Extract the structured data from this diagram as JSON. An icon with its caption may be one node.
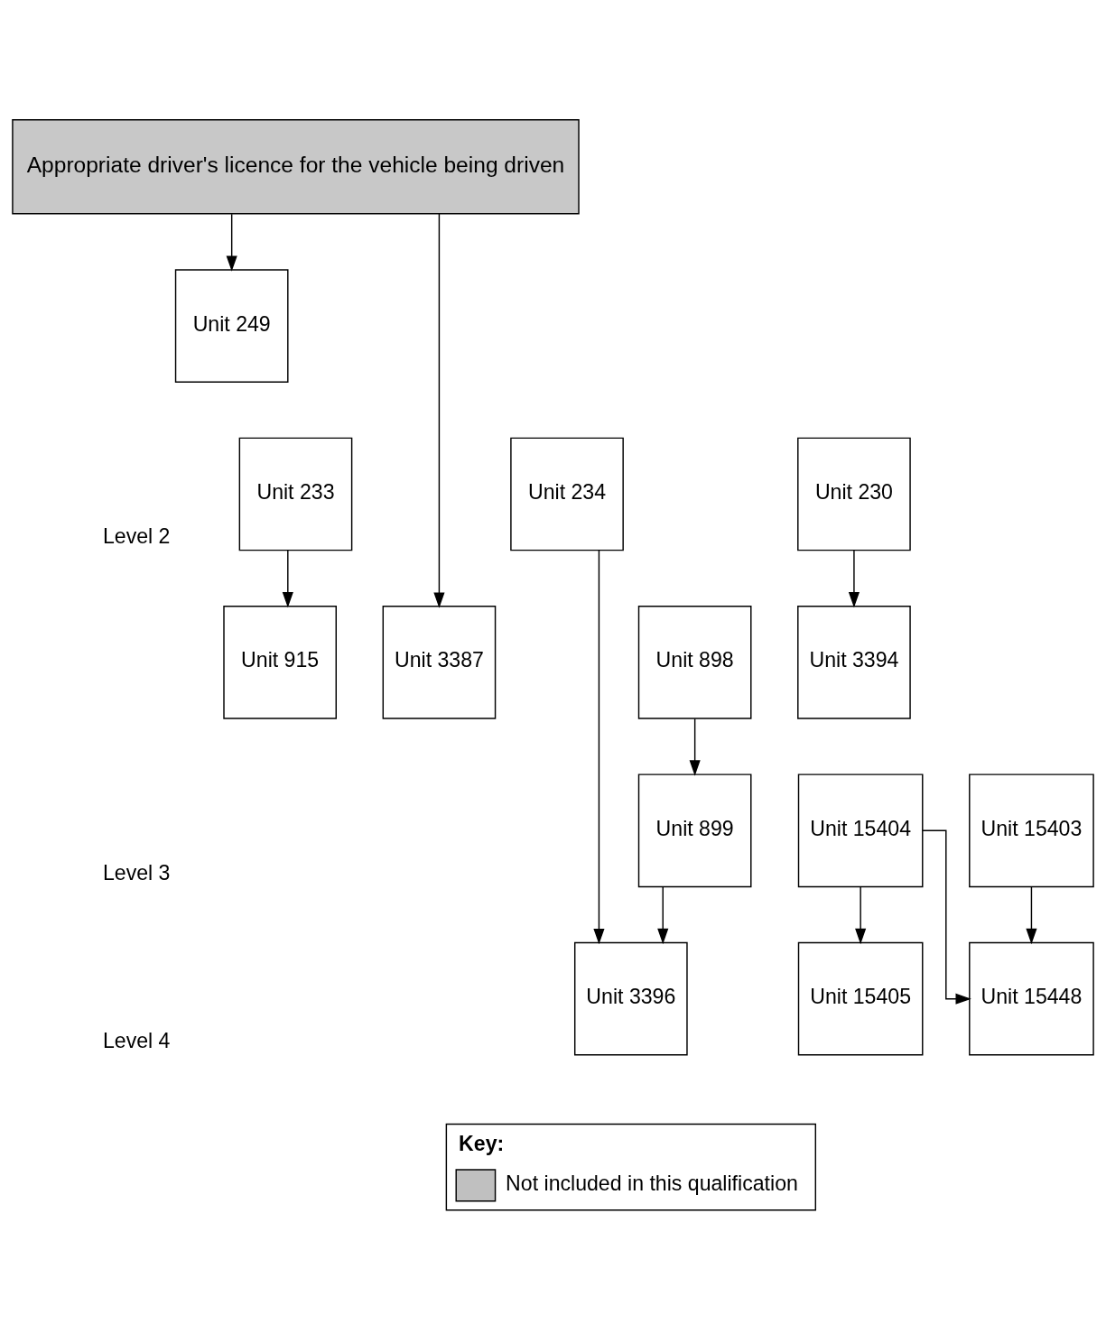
{
  "diagram": {
    "nodes": [
      {
        "text": [
          "Appropriate driver's licence for the vehicle being driven"
        ]
      },
      {
        "text": [
          "Unit 249"
        ]
      },
      {
        "text": [
          "Unit 233"
        ]
      },
      {
        "text": [
          "Unit 234"
        ]
      },
      {
        "text": [
          "Unit 230"
        ]
      },
      {
        "text": [
          "Unit 915"
        ]
      },
      {
        "text": [
          "Unit 898"
        ]
      },
      {
        "text": [
          "Unit 3387"
        ]
      },
      {
        "text": [
          "Unit 3394"
        ]
      },
      {
        "text": [
          "Unit 899"
        ]
      },
      {
        "text": [
          "Unit 15404"
        ]
      },
      {
        "text": [
          "Unit 15403"
        ]
      },
      {
        "text": [
          "Unit 3396"
        ]
      },
      {
        "text": [
          "Unit 15405"
        ]
      },
      {
        "text": [
          "Unit 15448"
        ]
      }
    ],
    "edges": [
      {
        "from": 0,
        "to": 1,
        "arrow": "to"
      },
      {
        "from": 0,
        "to": 7,
        "arrow": "to"
      },
      {
        "from": 2,
        "to": 5,
        "arrow": "to"
      },
      {
        "from": 3,
        "to": 12,
        "arrow": "to"
      },
      {
        "from": 4,
        "to": 8,
        "arrow": "to"
      },
      {
        "from": 6,
        "to": 9,
        "arrow": "to"
      },
      {
        "from": 9,
        "to": 12,
        "arrow": "to"
      },
      {
        "from": 10,
        "to": 13,
        "arrow": "to"
      },
      {
        "from": 10,
        "to": 14,
        "arrow": "to"
      },
      {
        "from": 11,
        "to": 14,
        "arrow": "to"
      }
    ],
    "labels": [
      "Level 2",
      "Level 3",
      "Level 4",
      "Key:"
    ],
    "legend": [
      {
        "text": "Not included in this qualification",
        "color": "#c0c0c0"
      }
    ]
  }
}
